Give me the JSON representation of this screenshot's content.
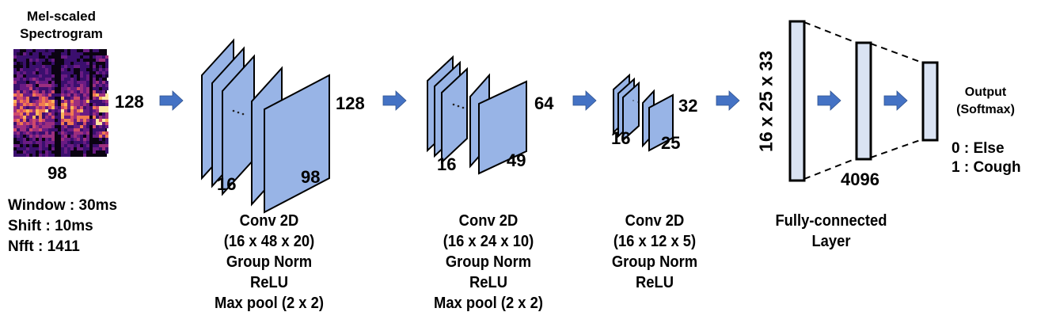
{
  "diagram": {
    "colors": {
      "feature_map_fill": "#98b4e6",
      "fc_fill": "#dae3f3",
      "arrow": "#4472c4",
      "stroke": "#000000"
    },
    "input": {
      "title_line1": "Mel-scaled",
      "title_line2": "Spectrogram",
      "height_label": "128",
      "width_label": "98",
      "params": [
        "Window : 30ms",
        "Shift : 10ms",
        "Nfft : 1411"
      ]
    },
    "conv_blocks": [
      {
        "height_label": "128",
        "width_label": "98",
        "channels_label": "16",
        "ellipsis": "...",
        "caption": [
          "Conv 2D",
          "(16 x 48 x 20)",
          "Group Norm",
          "ReLU",
          "Max pool (2 x 2)"
        ]
      },
      {
        "height_label": "64",
        "width_label": "49",
        "channels_label": "16",
        "ellipsis": "...",
        "caption": [
          "Conv 2D",
          "(16 x 24 x 10)",
          "Group Norm",
          "ReLU",
          "Max pool (2 x 2)"
        ]
      },
      {
        "height_label": "32",
        "width_label": "25",
        "channels_label": "16",
        "ellipsis": "...",
        "caption": [
          "Conv 2D",
          "(16 x 12 x 5)",
          "Group Norm",
          "ReLU"
        ]
      }
    ],
    "fc": {
      "input_label": "16 x 25 x 33",
      "hidden_label": "4096",
      "caption": [
        "Fully-connected",
        "Layer"
      ],
      "output_title": [
        "Output",
        "(Softmax)"
      ],
      "classes": [
        "0 : Else",
        "1 : Cough"
      ]
    }
  }
}
